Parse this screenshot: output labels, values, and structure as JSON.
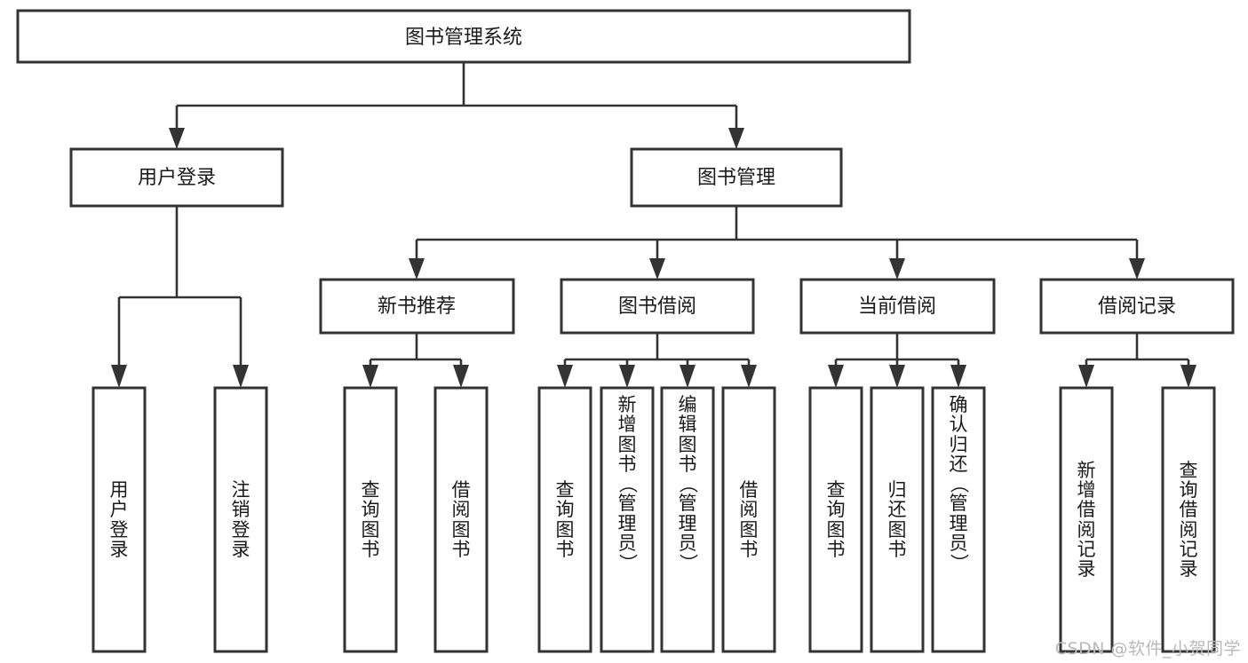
{
  "diagram": {
    "type": "tree",
    "title": "图书管理系统",
    "watermark": "CSDN @软件_小贺同学",
    "colors": {
      "stroke": "#333333",
      "fill": "#ffffff",
      "text": "#1a1a1a",
      "watermark": "#b9b9b9"
    },
    "levels": {
      "root": {
        "label": "图书管理系统"
      },
      "level2": [
        {
          "label": "用户登录"
        },
        {
          "label": "图书管理"
        }
      ],
      "level3": [
        {
          "label": "新书推荐"
        },
        {
          "label": "图书借阅"
        },
        {
          "label": "当前借阅"
        },
        {
          "label": "借阅记录"
        }
      ],
      "leaves": {
        "user_login": [
          {
            "label": "用户登录"
          },
          {
            "label": "注销登录"
          }
        ],
        "new_book": [
          {
            "label": "查询图书"
          },
          {
            "label": "借阅图书"
          }
        ],
        "book_borrow": [
          {
            "label": "查询图书"
          },
          {
            "label": "新增图书（管理员）"
          },
          {
            "label": "编辑图书（管理员）"
          },
          {
            "label": "借阅图书"
          }
        ],
        "current_borrow": [
          {
            "label": "查询图书"
          },
          {
            "label": "归还图书"
          },
          {
            "label": "确认归还（管理员）"
          }
        ],
        "borrow_record": [
          {
            "label": "新增借阅记录"
          },
          {
            "label": "查询借阅记录"
          }
        ]
      }
    }
  }
}
